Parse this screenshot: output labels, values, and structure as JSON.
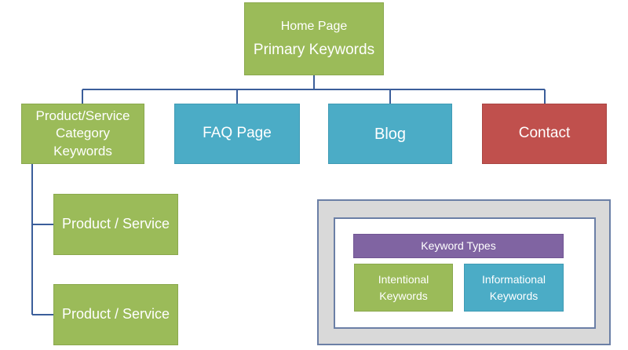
{
  "home": {
    "line1": "Home Page",
    "line2": "Primary Keywords"
  },
  "level2": {
    "category": "Product/Service Category Keywords",
    "faq": "FAQ Page",
    "blog": "Blog",
    "contact": "Contact"
  },
  "products": [
    "Product / Service",
    "Product / Service"
  ],
  "legend": {
    "title": "Keyword Types",
    "intentional": "Intentional Keywords",
    "informational": "Informational Keywords"
  },
  "colors": {
    "green": "#9bbb59",
    "teal": "#4bacc6",
    "red": "#c0504d",
    "purple": "#8064a2",
    "connector": "#3b5e9a"
  }
}
